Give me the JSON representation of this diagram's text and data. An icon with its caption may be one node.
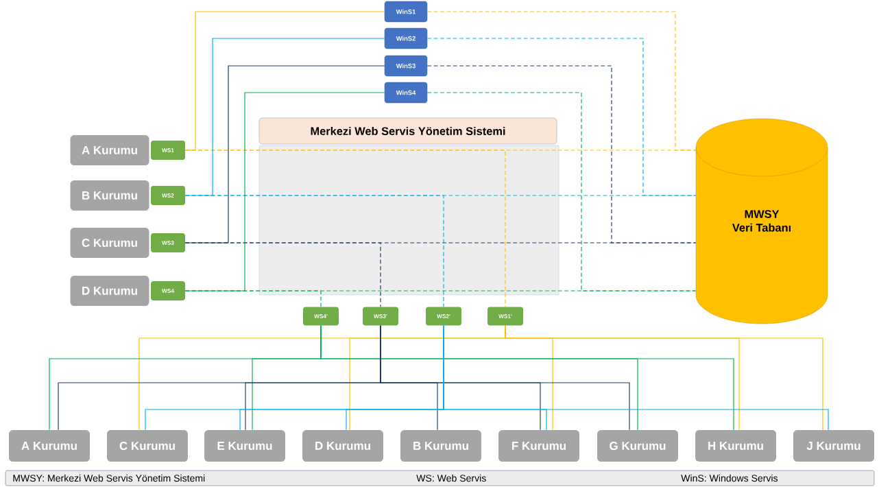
{
  "diagram": {
    "nodes": [
      {
        "text": [
          "WinS1"
        ]
      },
      {
        "text": [
          "WinS2"
        ]
      },
      {
        "text": [
          "WinS3"
        ]
      },
      {
        "text": [
          "WinS4"
        ]
      },
      {
        "text": [
          "Merkezi Web Servis Yönetim Sistemi"
        ]
      },
      {
        "text": [
          "A Kurumu"
        ]
      },
      {
        "text": [
          "WS1"
        ]
      },
      {
        "text": [
          "B Kurumu"
        ]
      },
      {
        "text": [
          "WS2"
        ]
      },
      {
        "text": [
          "C Kurumu"
        ]
      },
      {
        "text": [
          "WS3"
        ]
      },
      {
        "text": [
          "D Kurumu"
        ]
      },
      {
        "text": [
          "WS4"
        ]
      },
      {
        "text": [
          "MWSY",
          "Veri Tabanı"
        ]
      },
      {
        "text": [
          "WS4'"
        ]
      },
      {
        "text": [
          "WS3'"
        ]
      },
      {
        "text": [
          "WS2'"
        ]
      },
      {
        "text": [
          "WS1'"
        ]
      },
      {
        "text": [
          "A Kurumu"
        ]
      },
      {
        "text": [
          "C Kurumu"
        ]
      },
      {
        "text": [
          "E Kurumu"
        ]
      },
      {
        "text": [
          "D Kurumu"
        ]
      },
      {
        "text": [
          "B Kurumu"
        ]
      },
      {
        "text": [
          "F Kurumu"
        ]
      },
      {
        "text": [
          "G Kurumu"
        ]
      },
      {
        "text": [
          "H Kurumu"
        ]
      },
      {
        "text": [
          "J Kurumu"
        ]
      }
    ],
    "edges": [
      {
        "from": 6,
        "to": 0,
        "arrow": "none",
        "color": "#ffc000"
      },
      {
        "from": 6,
        "to": 13,
        "arrow": "none",
        "style": "dashed",
        "color": "#ffc000"
      },
      {
        "from": 0,
        "to": 13,
        "arrow": "none",
        "style": "dashed",
        "color": "#ffc000"
      },
      {
        "from": 6,
        "to": 17,
        "arrow": "none",
        "style": "dashed",
        "color": "#ffc000"
      },
      {
        "from": 8,
        "to": 1,
        "arrow": "none",
        "color": "#00b0f0"
      },
      {
        "from": 8,
        "to": 13,
        "arrow": "none",
        "style": "dashed",
        "color": "#00b0f0"
      },
      {
        "from": 1,
        "to": 13,
        "arrow": "none",
        "style": "dashed",
        "color": "#00b0f0"
      },
      {
        "from": 8,
        "to": 16,
        "arrow": "none",
        "style": "dashed",
        "color": "#00b0f0"
      },
      {
        "from": 10,
        "to": 2,
        "arrow": "none",
        "color": "#203864"
      },
      {
        "from": 10,
        "to": 13,
        "arrow": "none",
        "style": "dashed",
        "color": "#203864"
      },
      {
        "from": 2,
        "to": 13,
        "arrow": "none",
        "style": "dashed",
        "color": "#203864"
      },
      {
        "from": 10,
        "to": 15,
        "arrow": "none",
        "style": "dashed",
        "color": "#203864"
      },
      {
        "from": 12,
        "to": 3,
        "arrow": "none",
        "color": "#00b050"
      },
      {
        "from": 12,
        "to": 13,
        "arrow": "none",
        "style": "dashed",
        "color": "#00b050"
      },
      {
        "from": 3,
        "to": 13,
        "arrow": "none",
        "style": "dashed",
        "color": "#00b050"
      },
      {
        "from": 12,
        "to": 14,
        "arrow": "none",
        "style": "dashed",
        "color": "#00b050"
      },
      {
        "from": 17,
        "to": 19,
        "arrow": "none",
        "color": "#ffc000"
      },
      {
        "from": 17,
        "to": 21,
        "arrow": "none",
        "color": "#ffc000"
      },
      {
        "from": 17,
        "to": 23,
        "arrow": "none",
        "color": "#ffc000"
      },
      {
        "from": 17,
        "to": 25,
        "arrow": "none",
        "color": "#ffc000"
      },
      {
        "from": 17,
        "to": 26,
        "arrow": "none",
        "color": "#ffc000"
      },
      {
        "from": 14,
        "to": 18,
        "arrow": "none",
        "color": "#00b050"
      },
      {
        "from": 14,
        "to": 20,
        "arrow": "none",
        "color": "#00b050"
      },
      {
        "from": 14,
        "to": 24,
        "arrow": "none",
        "color": "#00b050"
      },
      {
        "from": 14,
        "to": 25,
        "arrow": "none",
        "color": "#00b050"
      },
      {
        "from": 15,
        "to": 18,
        "arrow": "none",
        "color": "#203864"
      },
      {
        "from": 15,
        "to": 20,
        "arrow": "none",
        "color": "#203864"
      },
      {
        "from": 15,
        "to": 22,
        "arrow": "none",
        "color": "#203864"
      },
      {
        "from": 15,
        "to": 23,
        "arrow": "none",
        "color": "#203864"
      },
      {
        "from": 15,
        "to": 24,
        "arrow": "none",
        "color": "#203864"
      },
      {
        "from": 16,
        "to": 19,
        "arrow": "none",
        "color": "#00b0f0"
      },
      {
        "from": 16,
        "to": 20,
        "arrow": "none",
        "color": "#00b0f0"
      },
      {
        "from": 16,
        "to": 21,
        "arrow": "none",
        "color": "#00b0f0"
      },
      {
        "from": 16,
        "to": 23,
        "arrow": "none",
        "color": "#00b0f0"
      },
      {
        "from": 16,
        "to": 26,
        "arrow": "none",
        "color": "#00b0f0"
      }
    ],
    "labels": [
      "MWSY: Merkezi Web Servis Yönetim Sistemi",
      "WS: Web Servis",
      "WinS: Windows Servis"
    ]
  }
}
